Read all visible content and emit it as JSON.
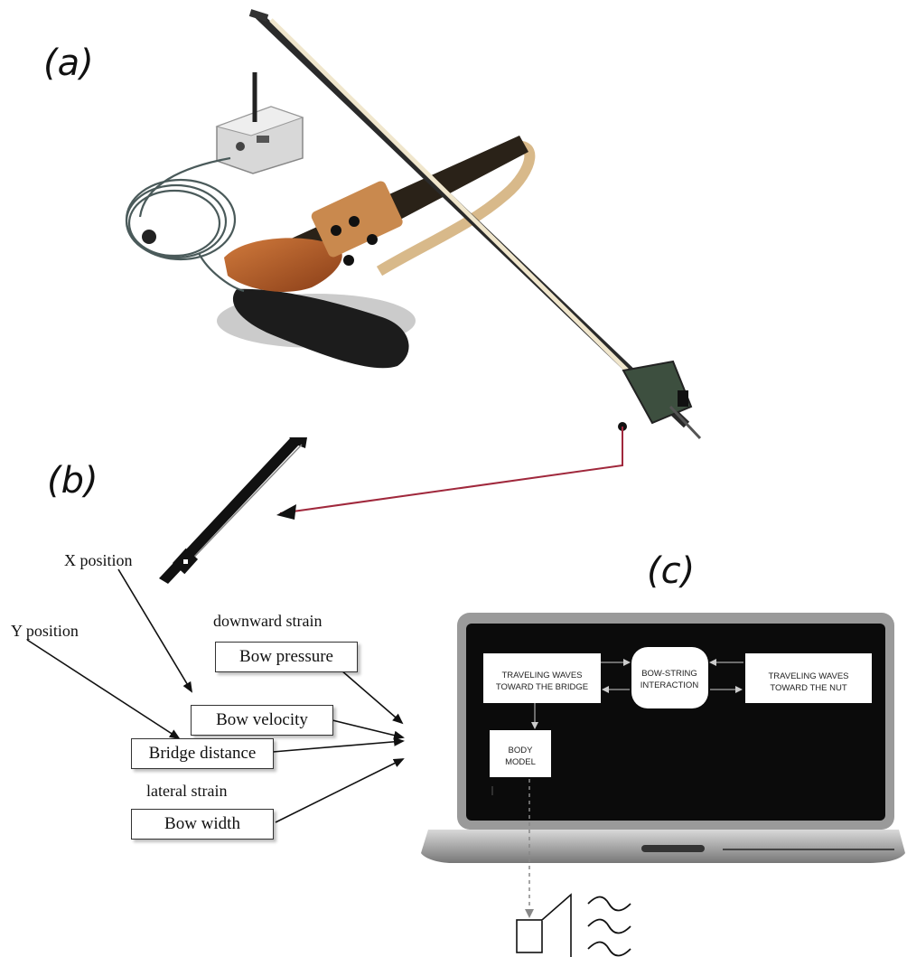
{
  "panels": {
    "a": "(a)",
    "b": "(b)",
    "c": "(c)"
  },
  "mapping": {
    "inputs": {
      "x_position": "X position",
      "y_position": "Y position",
      "downward_strain": "downward strain",
      "lateral_strain": "lateral strain"
    },
    "params": {
      "bow_pressure": "Bow pressure",
      "bow_velocity": "Bow velocity",
      "bridge_distance": "Bridge distance",
      "bow_width": "Bow width"
    }
  },
  "model": {
    "left_waves": [
      "TRAVELING WAVES",
      "TOWARD THE BRIDGE"
    ],
    "interaction": [
      "BOW-STRING",
      "INTERACTION"
    ],
    "right_waves": [
      "TRAVELING WAVES",
      "TOWARD THE NUT"
    ],
    "body": [
      "BODY",
      "MODEL"
    ]
  },
  "colors": {
    "connector": "#a0283c",
    "screen": "#0b0b0b",
    "wood": "#b8622e",
    "laptop": "#8a8a8a"
  },
  "icons": {
    "speaker": "speaker-icon",
    "sound_waves": "sound-waves-icon"
  }
}
